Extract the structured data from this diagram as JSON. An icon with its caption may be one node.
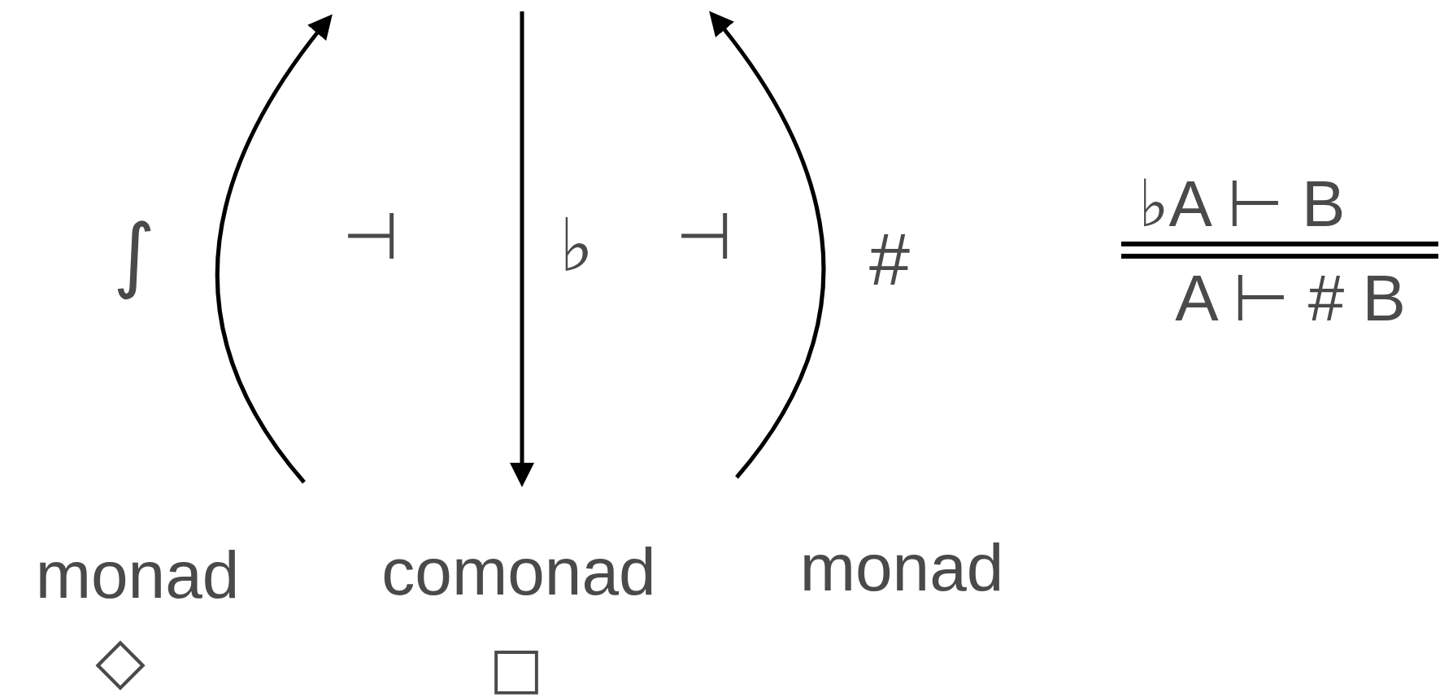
{
  "diagram": {
    "labels": [
      "∫",
      "⊣",
      "♭",
      "⊣",
      "#",
      "♭A ⊢ B",
      "A ⊢ # B",
      "monad",
      "comonad",
      "monad",
      "◇",
      "□"
    ]
  }
}
